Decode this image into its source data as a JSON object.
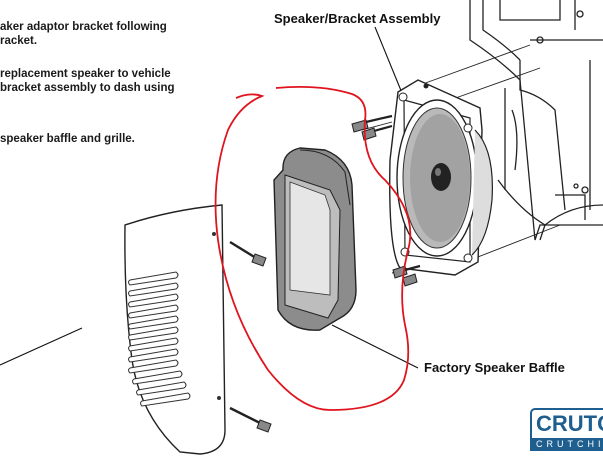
{
  "instructions": {
    "step_a_line1": "aker adaptor bracket following",
    "step_a_line2": "racket.",
    "step_b_line1": "replacement speaker to vehicle",
    "step_b_line2_bold": "bracket assembly",
    "step_b_line2_rest": " to dash using",
    "step_c_line1": "speaker baffle and grille."
  },
  "labels": {
    "speaker_bracket": "Speaker/Bracket Assembly",
    "factory_baffle": "Factory Speaker Baffle"
  },
  "logo": {
    "word": "CRUTC",
    "sub": "CRUTCHI"
  },
  "colors": {
    "annotation": "#e0141e",
    "brand": "#1f5f8f"
  }
}
